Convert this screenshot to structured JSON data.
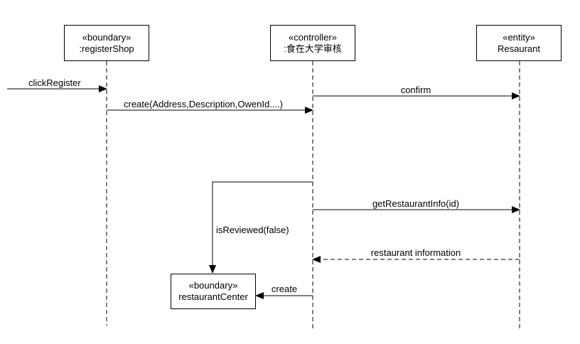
{
  "participants": {
    "register_shop": {
      "stereotype": "«boundary»",
      "name": ":registerShop"
    },
    "controller": {
      "stereotype": "«controller»",
      "name": ":食在大学审核"
    },
    "restaurant": {
      "stereotype": "«entity»",
      "name": "Resaurant"
    },
    "restaurant_center": {
      "stereotype": "«boundary»",
      "name": "restaurantCenter"
    }
  },
  "messages": {
    "click_register": "clickRegister",
    "create_call": "create(Address,Description,OwenId....)",
    "confirm": "confirm",
    "is_reviewed": "isReviewed(false)",
    "get_info": "getRestaurantInfo(id)",
    "info_return": "restaurant information",
    "create": "create"
  }
}
